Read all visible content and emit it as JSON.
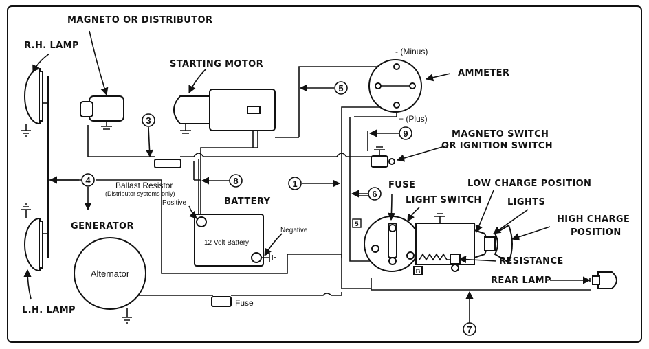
{
  "labels": {
    "magneto_distributor": "MAGNETO OR DISTRIBUTOR",
    "rh_lamp": "R.H. LAMP",
    "starting_motor": "STARTING MOTOR",
    "minus": "- (Minus)",
    "plus": "+ (Plus)",
    "ammeter": "AMMETER",
    "magneto_switch_1": "MAGNETO SWITCH",
    "magneto_switch_2": "OR IGNITION SWITCH",
    "ballast_resistor": "Ballast Resistor",
    "ballast_note": "(Distributor systems only)",
    "positive": "Positive",
    "battery": "BATTERY",
    "battery_inner": "12 Volt Battery",
    "negative": "Negative",
    "fuse_top": "FUSE",
    "light_switch": "LIGHT SWITCH",
    "low_charge": "LOW CHARGE POSITION",
    "lights": "LIGHTS",
    "high_charge_1": "HIGH CHARGE",
    "high_charge_2": "POSITION",
    "generator": "GENERATOR",
    "alternator": "Alternator",
    "resistance": "RESISTANCE",
    "rear_lamp": "REAR LAMP",
    "lh_lamp": "L.H. LAMP",
    "fuse_bottom": "Fuse",
    "terminal_5": "5",
    "terminal_b": "B"
  },
  "callouts": {
    "c1": "1",
    "c3": "3",
    "c4": "4",
    "c5": "5",
    "c6": "6",
    "c7": "7",
    "c8": "8",
    "c9": "9"
  },
  "colors": {
    "ink": "#111111",
    "paper": "#ffffff"
  }
}
